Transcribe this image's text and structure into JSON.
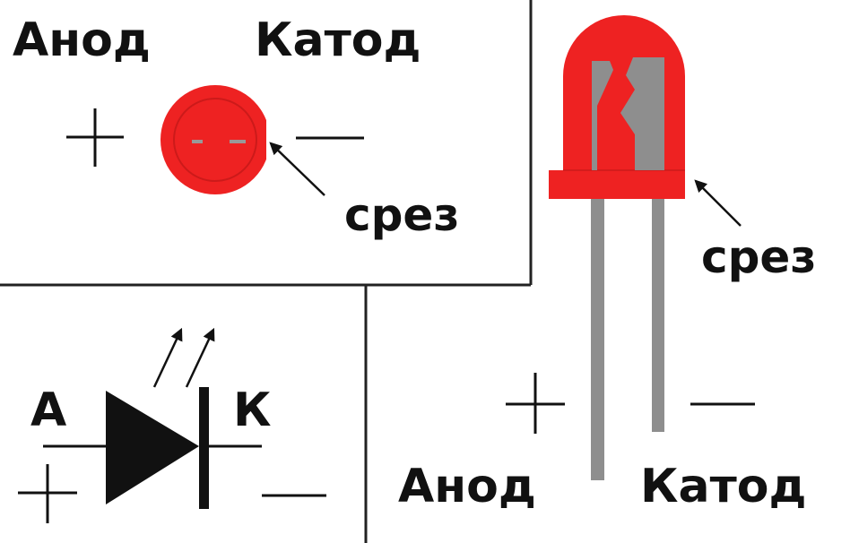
{
  "colors": {
    "led_red": "#ee2222",
    "led_red_dark": "#cc1a1a",
    "lead_gray": "#8e8e8e",
    "ink": "#111111",
    "frame": "#222222"
  },
  "top_left": {
    "anode_label": "Анод",
    "cathode_label": "Катод",
    "plus_sign": "+",
    "minus_sign": "—",
    "flat_label": "срез"
  },
  "bottom_left": {
    "anode_letter": "А",
    "cathode_letter": "К",
    "plus_sign": "+",
    "minus_sign": "—"
  },
  "right": {
    "flat_label": "срез",
    "plus_sign": "+",
    "minus_sign": "—",
    "anode_label": "Анод",
    "cathode_label": "Катод"
  },
  "icons": {
    "symbol": "diode-symbol-icon",
    "light": "light-arrows-icon",
    "top_view": "led-top-view-icon",
    "side_view": "led-side-view-icon"
  }
}
